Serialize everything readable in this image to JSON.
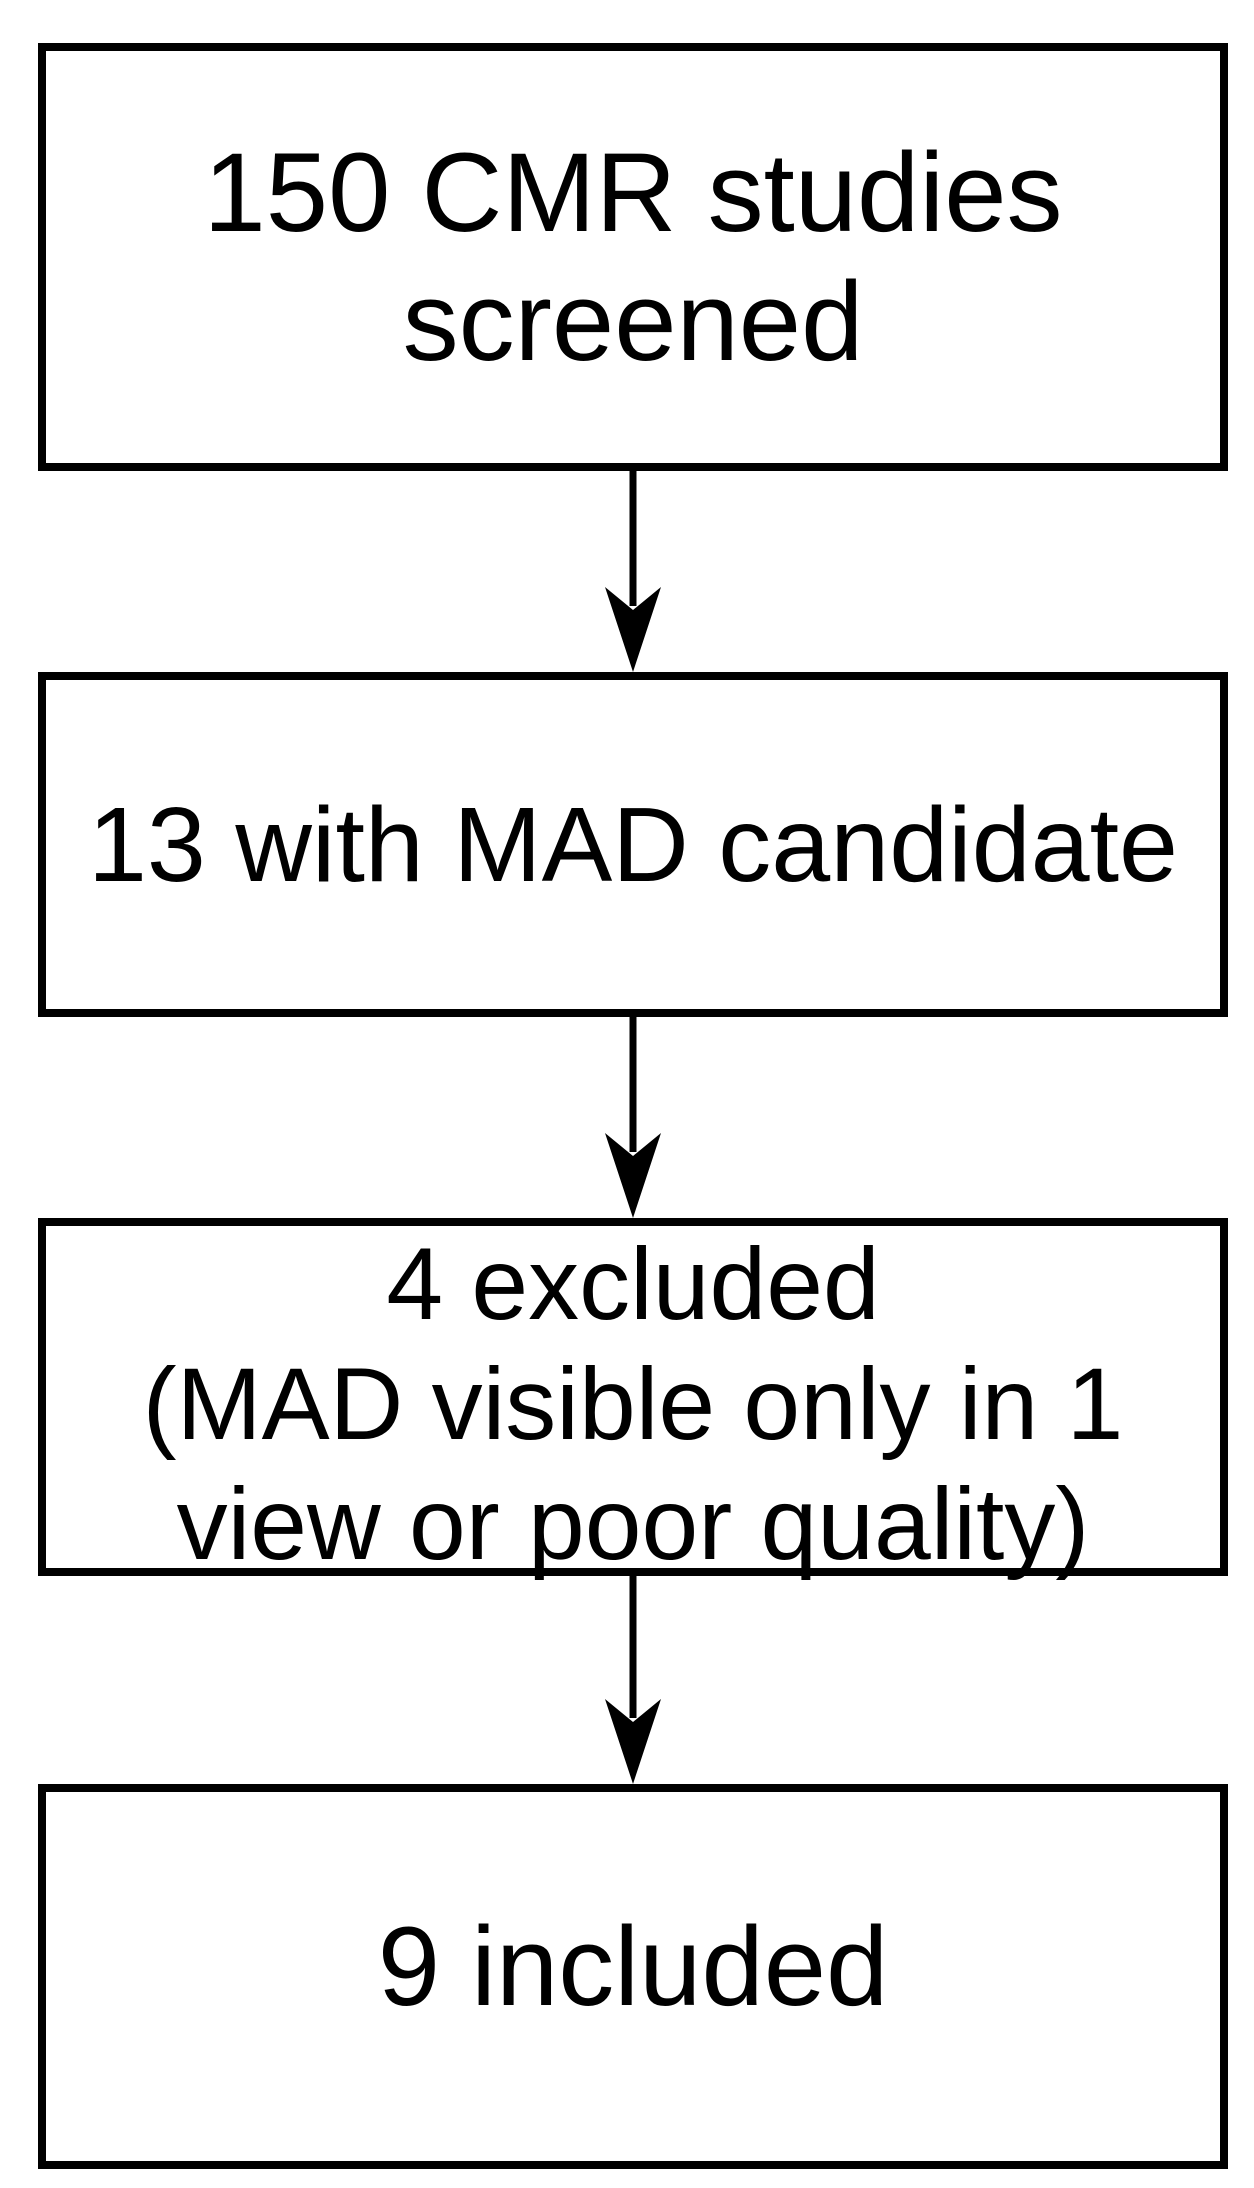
{
  "diagram": {
    "type": "flowchart",
    "orientation": "vertical",
    "colors": {
      "background": "#ffffff",
      "box_fill": "#ffffff",
      "box_border": "#000000",
      "text": "#000000",
      "arrow": "#000000"
    },
    "boxes": [
      {
        "id": "screened",
        "lines": [
          "150 CMR studies",
          "screened"
        ]
      },
      {
        "id": "mad-candidate",
        "lines": [
          "13 with MAD candidate"
        ]
      },
      {
        "id": "excluded",
        "lines": [
          "4 excluded",
          "(MAD visible only in 1",
          "view or poor quality)"
        ]
      },
      {
        "id": "included",
        "lines": [
          "9 included"
        ]
      }
    ],
    "connectors": [
      {
        "from": "screened",
        "to": "mad-candidate"
      },
      {
        "from": "mad-candidate",
        "to": "excluded"
      },
      {
        "from": "excluded",
        "to": "included"
      }
    ]
  }
}
